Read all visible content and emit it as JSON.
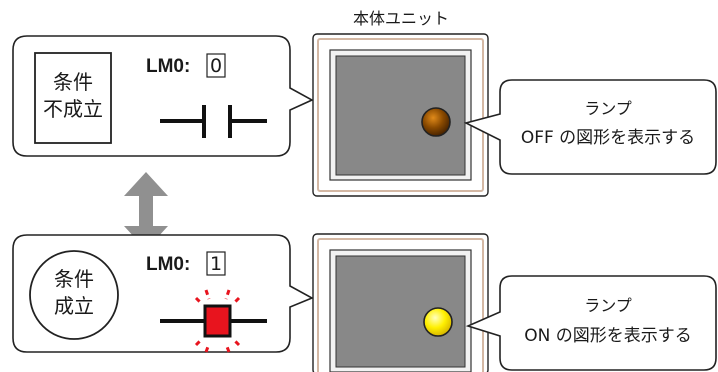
{
  "device_label": "本体ユニット",
  "top": {
    "condition_line1": "条件",
    "condition_line2": "不成立",
    "device_address": "LM0:",
    "value": "0",
    "lamp_line1": "ランプ",
    "lamp_line2": "OFF の図形を表示する",
    "lamp_color": "#8a4a00"
  },
  "bottom": {
    "condition_line1": "条件",
    "condition_line2": "成立",
    "device_address": "LM0:",
    "value": "1",
    "lamp_line1": "ランプ",
    "lamp_line2": "ON の図形を表示する",
    "lamp_color": "#ffe600"
  },
  "colors": {
    "arrow": "#909090",
    "contact_on": "#e8141e",
    "screen": "#8a8a8a",
    "panel_border": "#c8a890"
  }
}
